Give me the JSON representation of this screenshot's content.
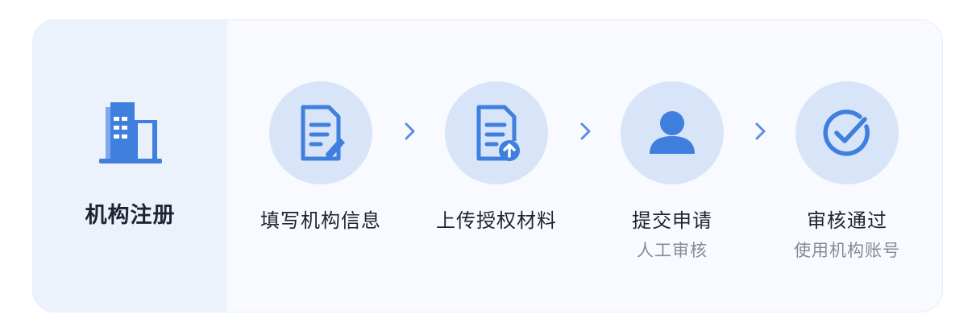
{
  "colors": {
    "accent": "#3f7fde",
    "circle_bg": "#d8e5f9",
    "left_panel_bg": "#ecf2fc",
    "card_bg": "#f8faff",
    "title_text": "#1f2430",
    "sub_text": "#858b96"
  },
  "left": {
    "icon": "building-icon",
    "title": "机构注册"
  },
  "steps": [
    {
      "icon": "edit-document-icon",
      "title": "填写机构信息",
      "subtitle": ""
    },
    {
      "icon": "upload-document-icon",
      "title": "上传授权材料",
      "subtitle": ""
    },
    {
      "icon": "user-icon",
      "title": "提交申请",
      "subtitle": "人工审核"
    },
    {
      "icon": "check-circle-icon",
      "title": "审核通过",
      "subtitle": "使用机构账号"
    }
  ],
  "separator_icon": "chevron-right-icon"
}
